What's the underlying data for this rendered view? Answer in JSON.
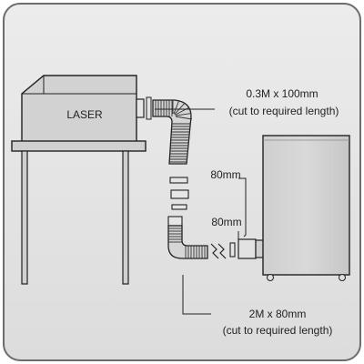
{
  "diagram": {
    "laser_label": "LASER",
    "hose_top_label_line1": "0.3M x 100mm",
    "hose_top_label_line2": "(cut to required length)",
    "adapter_upper_label": "80mm",
    "adapter_lower_label": "80mm",
    "hose_bottom_label_line1": "2M x 80mm",
    "hose_bottom_label_line2": "(cut to required length)"
  }
}
